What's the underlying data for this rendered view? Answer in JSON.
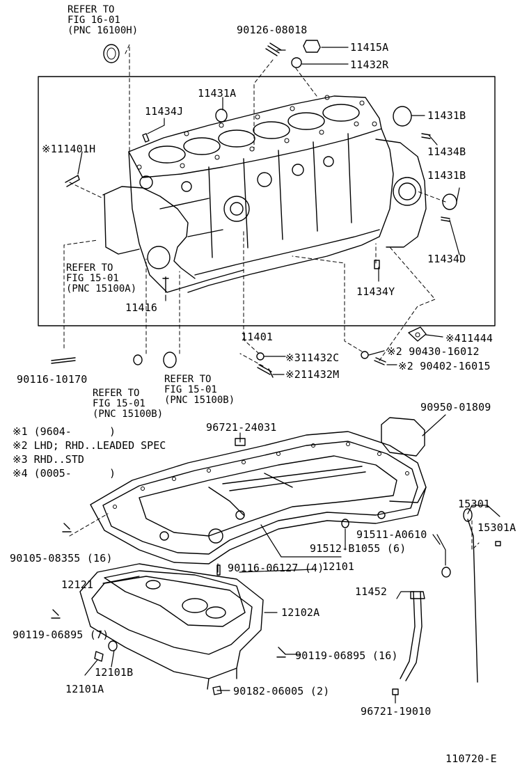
{
  "refs": {
    "r1": "REFER TO\nFIG 16-01\n(PNC 16100H)",
    "r2": "REFER TO\nFIG 15-01\n(PNC 15100A)",
    "r3": "REFER TO\nFIG 15-01\n(PNC 15100B)",
    "r4": "REFER TO\nFIG 15-01\n(PNC 15100B)"
  },
  "parts": {
    "p90126": "90126-08018",
    "p11415A": "11415A",
    "p11432R": "11432R",
    "p11431A": "11431A",
    "p11434J": "11434J",
    "p11431B_1": "11431B",
    "p11434B": "11434B",
    "p11431B_2": "11431B",
    "p11434D": "11434D",
    "p111401H": "※111401H",
    "p11434Y": "11434Y",
    "p11416": "11416",
    "p11401": "11401",
    "p411444": "※411444",
    "p90430": "※2 90430-16012",
    "p311432C": "※311432C",
    "p90402": "※2 90402-16015",
    "p211432M": "※211432M",
    "p90116_10170": "90116-10170",
    "p90950": "90950-01809",
    "p96721_24031": "96721-24031",
    "p15301": "15301",
    "p15301A": "15301A",
    "p91511": "91511-A0610",
    "p91512": "91512-B1055 (6)",
    "p90105": "90105-08355 (16)",
    "p90116_06127": "90116-06127 (4)",
    "p12101": "12101",
    "p12121": "12121",
    "p11452": "11452",
    "p12102A": "12102A",
    "p90119_7": "90119-06895 (7)",
    "p90119_16": "90119-06895 (16)",
    "p12101B": "12101B",
    "p12101A": "12101A",
    "p90182": "90182-06005 (2)",
    "p96721_19010": "96721-19010"
  },
  "notes": [
    "※1 (9604-      )",
    "※2 LHD; RHD..LEADED SPEC",
    "※3 RHD..STD",
    "※4 (0005-      )"
  ],
  "figure_code": "110720-E"
}
